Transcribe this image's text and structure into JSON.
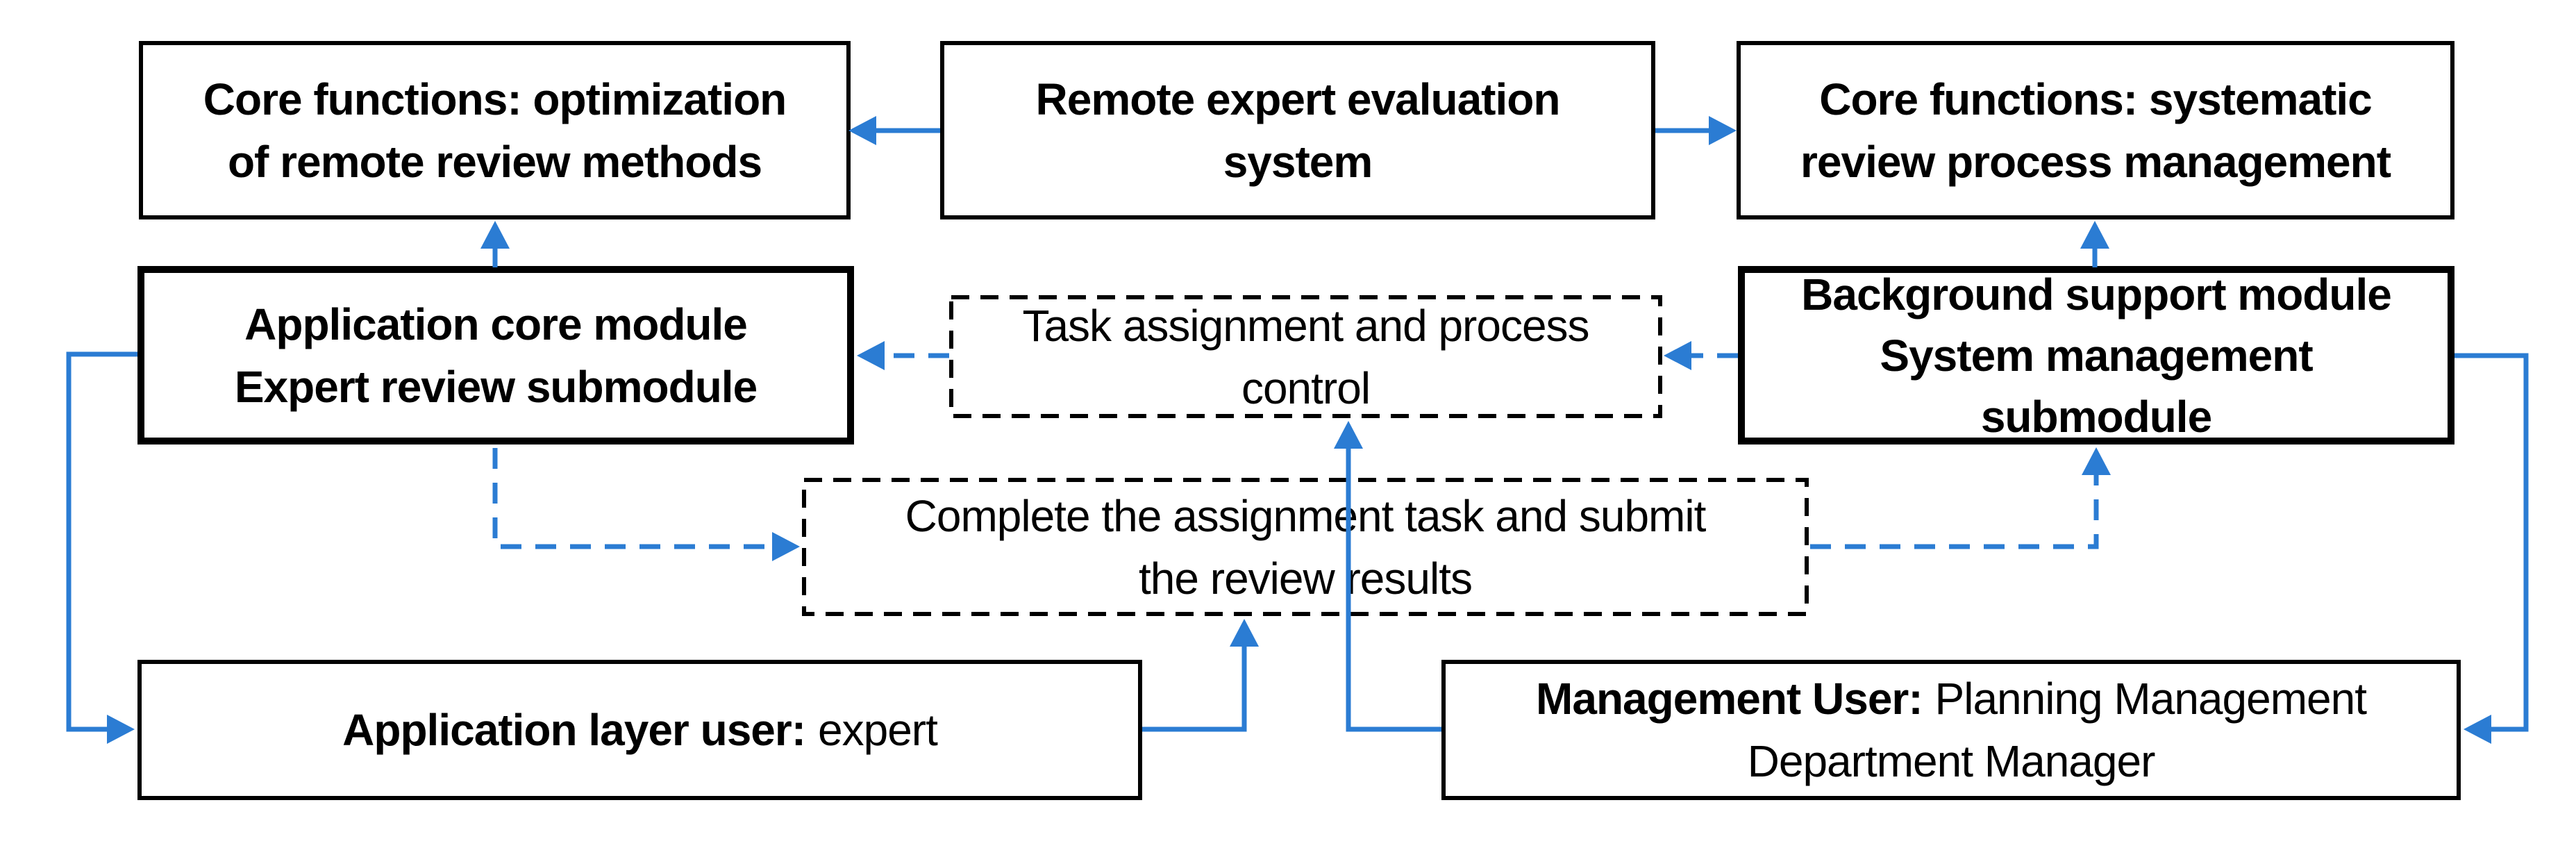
{
  "colors": {
    "accent_blue": "#2B7CD3",
    "line_black": "#000000",
    "bg": "#FFFFFF"
  },
  "boxes": {
    "core_functions_left": {
      "lines": [
        "Core functions: optimization",
        "of remote review methods"
      ]
    },
    "remote_expert_system": {
      "lines": [
        "Remote expert evaluation",
        "system"
      ]
    },
    "core_functions_right": {
      "lines": [
        "Core functions: systematic",
        "review process management"
      ]
    },
    "application_core_module": {
      "lines": [
        "Application core module",
        "Expert review submodule"
      ]
    },
    "task_assignment": {
      "lines": [
        "Task assignment and process",
        "control"
      ]
    },
    "background_support": {
      "lines": [
        "Background support module",
        "System management",
        "submodule"
      ]
    },
    "complete_assignment": {
      "lines": [
        "Complete the assignment task and submit",
        "the review results"
      ]
    },
    "application_layer_user": {
      "bold": "Application layer user:",
      "normal": "expert"
    },
    "management_user": {
      "bold": "Management User:",
      "normal_line1": "Planning Management",
      "normal_line2": "Department Manager"
    }
  },
  "edges": [
    {
      "from": "remote_expert_system",
      "to": "core_functions_left",
      "style": "solid"
    },
    {
      "from": "remote_expert_system",
      "to": "core_functions_right",
      "style": "solid"
    },
    {
      "from": "application_core_module",
      "to": "core_functions_left",
      "style": "solid"
    },
    {
      "from": "background_support",
      "to": "core_functions_right",
      "style": "solid"
    },
    {
      "from": "task_assignment",
      "to": "application_core_module",
      "style": "dashed"
    },
    {
      "from": "background_support",
      "to": "task_assignment",
      "style": "dashed"
    },
    {
      "from": "application_core_module",
      "to": "complete_assignment",
      "style": "dashed"
    },
    {
      "from": "complete_assignment",
      "to": "background_support",
      "style": "dashed"
    },
    {
      "from": "application_core_module",
      "to": "application_layer_user",
      "style": "solid"
    },
    {
      "from": "background_support",
      "to": "management_user",
      "style": "solid"
    },
    {
      "from": "application_layer_user",
      "to": "complete_assignment",
      "style": "solid"
    },
    {
      "from": "management_user",
      "to": "task_assignment",
      "style": "solid"
    }
  ]
}
